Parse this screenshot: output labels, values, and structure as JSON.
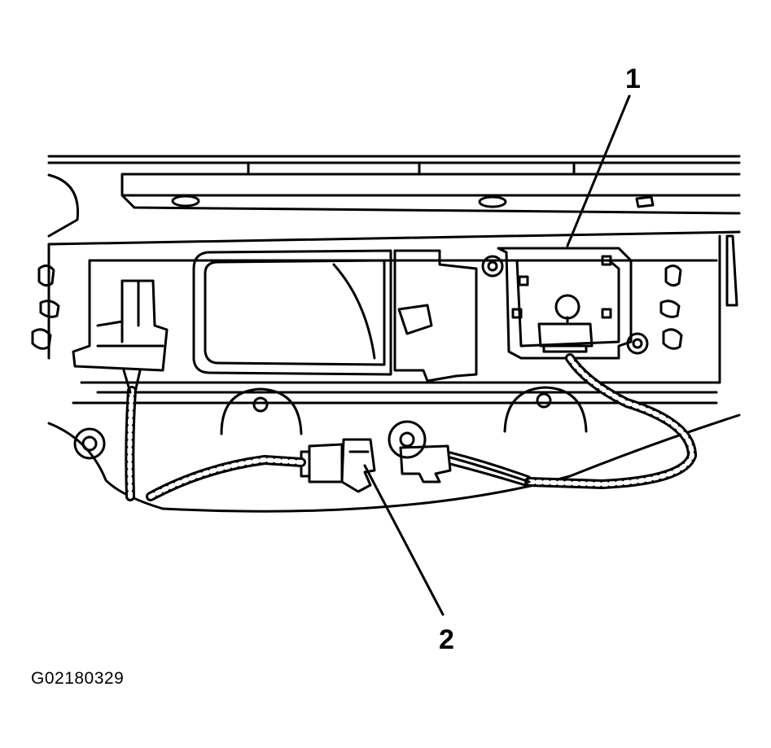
{
  "figure": {
    "id": "G02180329",
    "line_color": "#000000",
    "background": "#ffffff"
  },
  "callouts": [
    {
      "label": "1"
    },
    {
      "label": "2"
    }
  ]
}
